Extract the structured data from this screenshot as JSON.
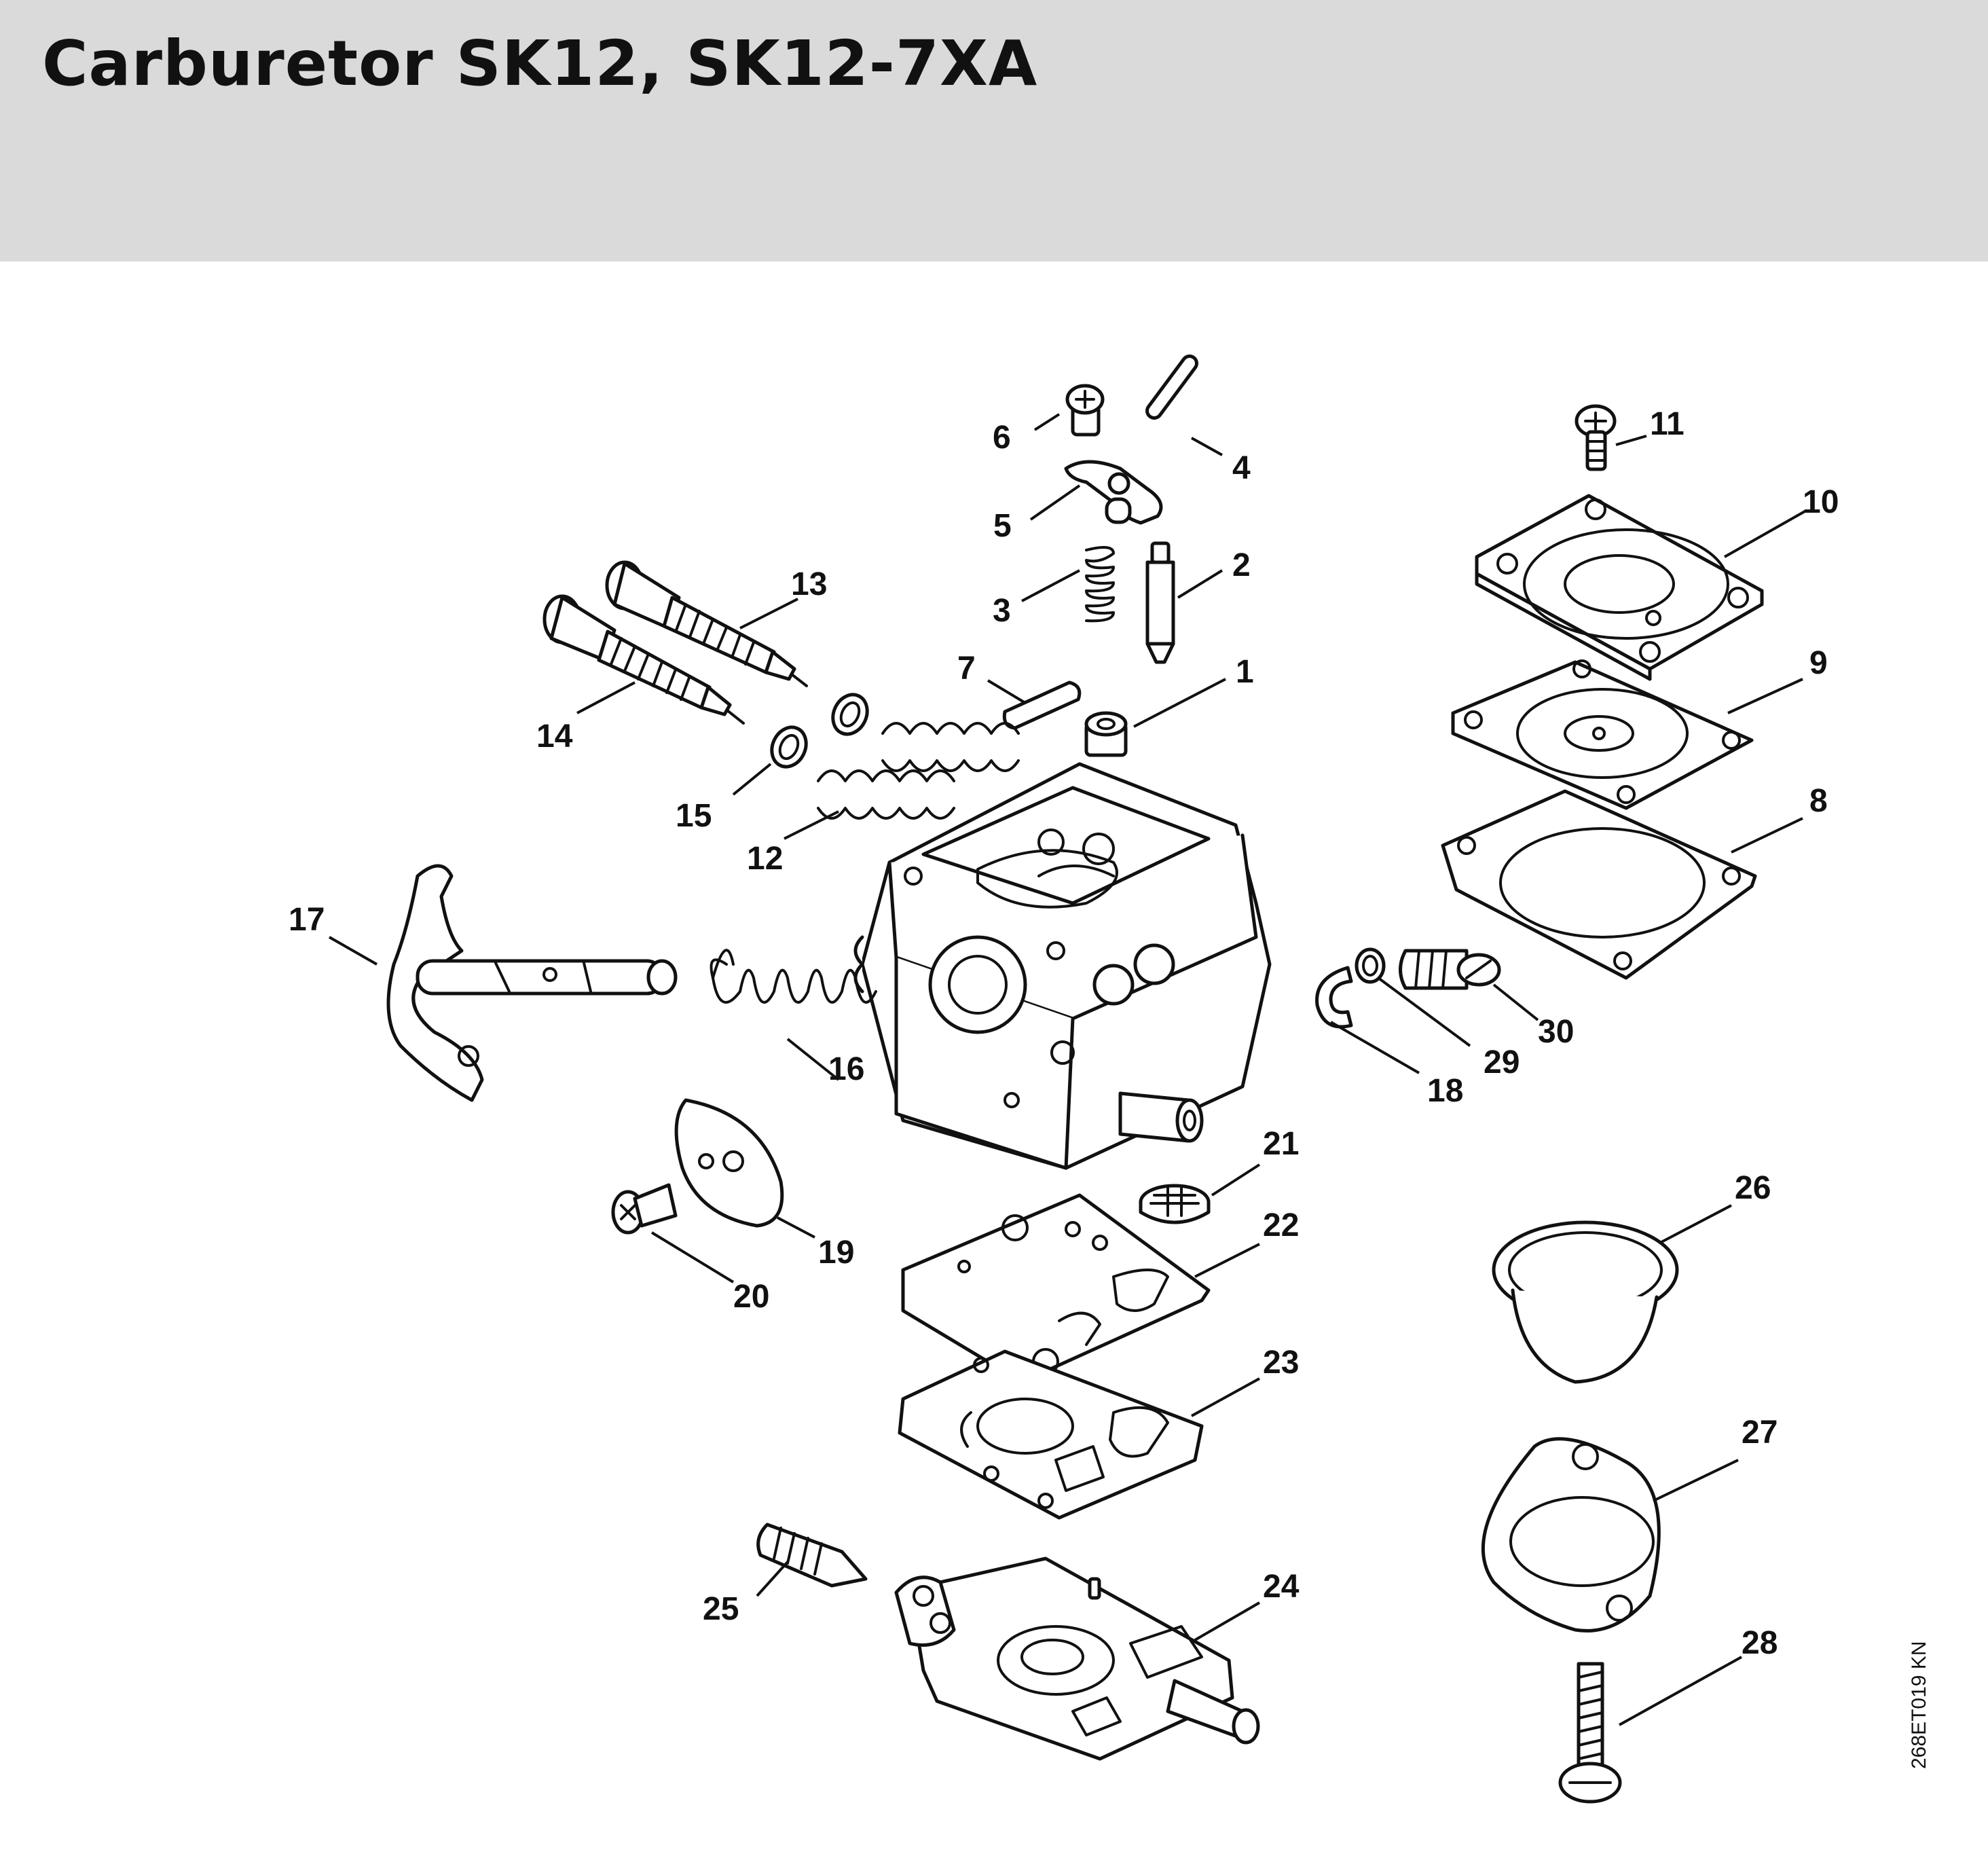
{
  "title": "Carburetor SK12, SK12-7XA",
  "drawing_code": "268ET019 KN",
  "colors": {
    "header_bg": "#d9dad9",
    "ink": "#111111",
    "paper": "#ffffff"
  },
  "callouts": [
    "1",
    "2",
    "3",
    "4",
    "5",
    "6",
    "7",
    "8",
    "9",
    "10",
    "11",
    "12",
    "13",
    "14",
    "15",
    "16",
    "17",
    "18",
    "19",
    "20",
    "21",
    "22",
    "23",
    "24",
    "25",
    "26",
    "27",
    "28",
    "29",
    "30"
  ]
}
